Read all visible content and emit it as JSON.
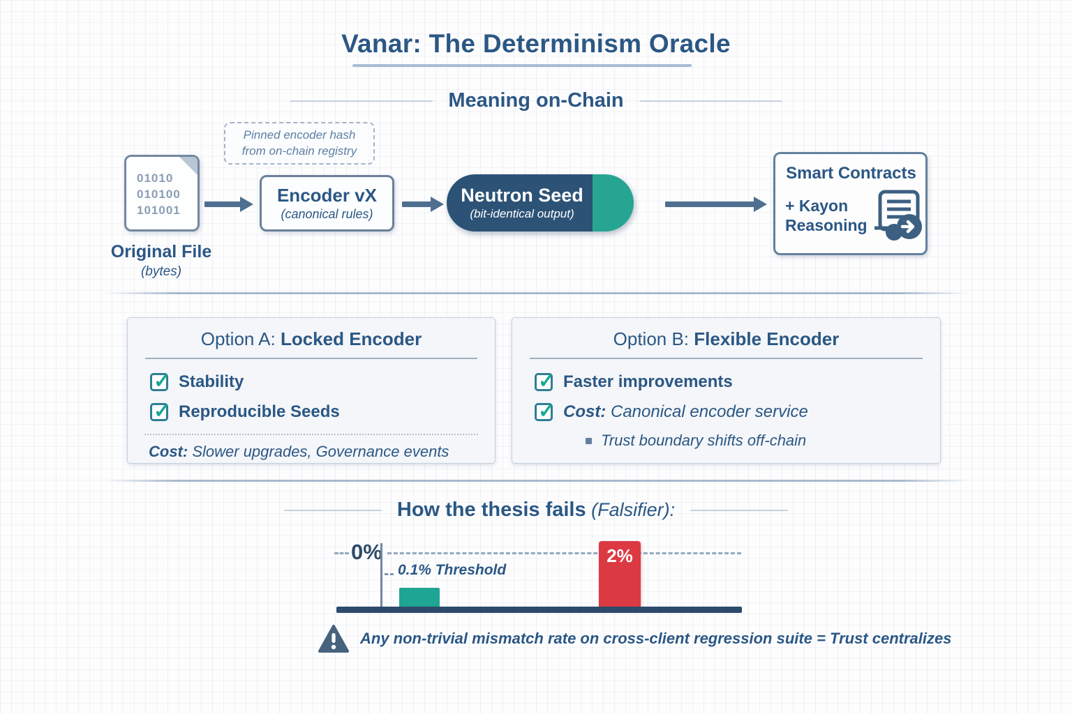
{
  "page": {
    "title": "Vanar: The Determinism Oracle"
  },
  "meaning": {
    "heading": "Meaning on-Chain",
    "file": {
      "binary": [
        "01010",
        "010100",
        "101001"
      ],
      "label": "Original File",
      "sublabel": "(bytes)"
    },
    "pinned_note": "Pinned encoder hash from on-chain registry",
    "encoder": {
      "title": "Encoder vX",
      "subtitle": "(canonical rules)"
    },
    "seed": {
      "title": "Neutron Seed",
      "subtitle": "(bit-identical output)"
    },
    "contracts": {
      "title": "Smart Contracts",
      "addon_plus": "+",
      "addon_line1": " Kayon",
      "addon_line2": "Reasoning"
    }
  },
  "options": {
    "a": {
      "title_prefix": "Option A: ",
      "title_bold": "Locked Encoder",
      "items": [
        "Stability",
        "Reproducible Seeds"
      ],
      "cost_label": "Cost:",
      "cost_text": " Slower upgrades, Governance events"
    },
    "b": {
      "title_prefix": "Option B: ",
      "title_bold": "Flexible Encoder",
      "item1": "Faster improvements",
      "item2_label": "Cost:",
      "item2_text": " Canonical encoder service",
      "item2_sub": "Trust boundary shifts off-chain"
    }
  },
  "falsifier": {
    "heading_bold": "How the thesis fails",
    "heading_suffix": " (Falsifier):",
    "warning": "Any non-trivial mismatch rate on cross-client regression suite = Trust centralizes"
  },
  "chart_data": {
    "type": "bar",
    "title": "How the thesis fails (Falsifier)",
    "categories": [
      "Threshold bar",
      "Observed mismatch bar"
    ],
    "values": [
      0.1,
      2
    ],
    "unit": "%",
    "series_colors": [
      "#1ea593",
      "#dc3a43"
    ],
    "annotations": {
      "zero_line": "0%",
      "threshold": "0.1% Threshold",
      "bar_label": "2%"
    },
    "ylabel": "",
    "xlabel": "",
    "layout": "0% dashed reference line at top, thick dark baseline axis, y increases downward from 0%"
  },
  "colors": {
    "ink": "#2b5784",
    "teal": "#1ea593",
    "red": "#dc3a43",
    "pill_blue": "#2c5276",
    "pill_teal": "#27a593",
    "arrow": "#4e6f90",
    "baseline": "#2c4a6b"
  }
}
